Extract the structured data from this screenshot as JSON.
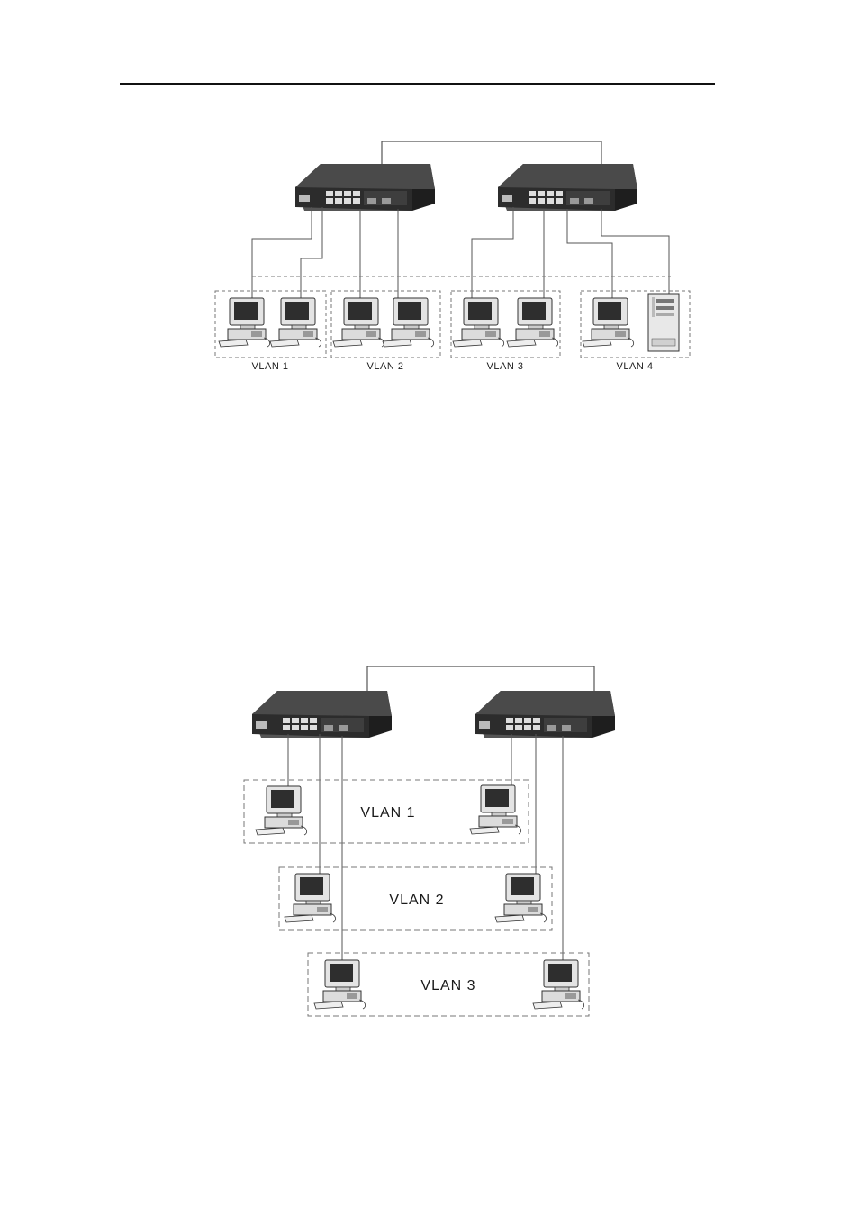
{
  "diagram1": {
    "labels": [
      "VLAN 1",
      "VLAN 2",
      "VLAN 3",
      "VLAN 4"
    ]
  },
  "diagram2": {
    "labels": [
      "VLAN 1",
      "VLAN 2",
      "VLAN 3"
    ]
  },
  "colors": {
    "switch_top": "#4a4a4a",
    "switch_front": "#2c2c2c",
    "line": "#555555",
    "dash": "#777777"
  }
}
